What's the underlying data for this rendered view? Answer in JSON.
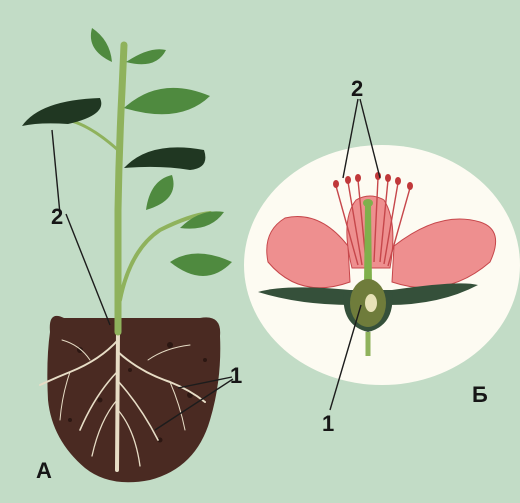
{
  "panels": {
    "left": {
      "letter": "А",
      "labels": {
        "top": "2",
        "bottom": "1"
      }
    },
    "right": {
      "letter": "Б",
      "labels": {
        "top": "2",
        "bottom": "1"
      }
    }
  },
  "colors": {
    "background": "#c2dcc6",
    "leaf": "#4f8a3f",
    "leaf_dark": "#203722",
    "stem": "#8fb25c",
    "soil": "#4a2a22",
    "roots": "#e7ddc6",
    "circle": "#fdfbf2",
    "petal": "#ee8f8f",
    "petal_edge": "#c6474b",
    "sepal": "#35503a",
    "pistil": "#7fb04c",
    "ovary": "#6f7c3b",
    "anther": "#c0383a"
  }
}
